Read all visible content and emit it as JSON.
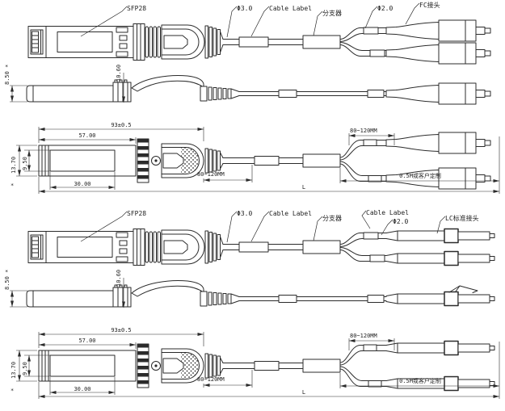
{
  "page": {
    "background": "#ffffff",
    "ink": "#2b2b2b"
  },
  "diagram": {
    "kind": "engineering-line-drawing",
    "description": "SFP28 optical transceiver breakout cable assembly, three views per assembly",
    "assemblies": {
      "fc": {
        "module": "SFP28",
        "cable_dia": "Φ3.0",
        "cable_label": "Cable Label",
        "splitter": "分支器",
        "branch_dia": "Φ2.0",
        "connector": "FC接头"
      },
      "lc": {
        "module": "SFP28",
        "cable_dia": "Φ3.0",
        "cable_label": "Cable Label",
        "splitter": "分支器",
        "branch_label": "Cable Label",
        "branch_dia": "Φ2.0",
        "connector": "LC标准接头"
      }
    },
    "dims": {
      "module_height": "8.50",
      "asterisk": "*",
      "latch_height": "10.60",
      "module_total_len": "93±0.5",
      "module_body_len": "57.00",
      "module_width": "13.70",
      "window_width": "9.50",
      "window_len": "30.00",
      "boot_section": "80~120MM",
      "branch_section": "80~120MM",
      "tail_len": "0.5M或客户定制",
      "overall_len": "L"
    }
  }
}
